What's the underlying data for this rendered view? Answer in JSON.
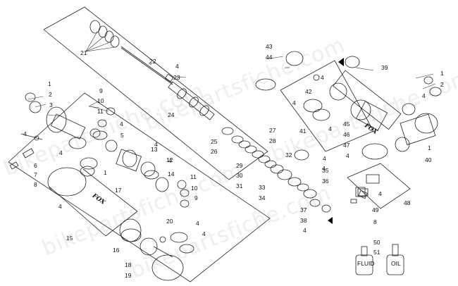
{
  "watermark": "bikepartsfiche.com",
  "labels": {
    "l1a": "1",
    "l1b": "1",
    "l1c": "1",
    "l1d": "1",
    "l2a": "2",
    "l2b": "2",
    "l3": "3",
    "l4a": "4",
    "l4b": "4",
    "l4c": "4",
    "l4d": "4",
    "l4e": "4",
    "l4f": "4",
    "l4g": "4",
    "l4h": "4",
    "l4i": "4",
    "l4j": "4",
    "l4k": "4",
    "l4l": "4",
    "l4m": "4",
    "l4n": "4",
    "l4o": "4",
    "l4p": "4",
    "l4q": "4",
    "l4r": "4",
    "l5": "5",
    "l6": "6",
    "l7": "7",
    "l8a": "8",
    "l8b": "8",
    "l9a": "9",
    "l9b": "9",
    "l10a": "10",
    "l10b": "10",
    "l11a": "11",
    "l11b": "11",
    "l12": "12",
    "l13": "13",
    "l14": "14",
    "l15": "15",
    "l16": "16",
    "l17": "17",
    "l18": "18",
    "l19": "19",
    "l20": "20",
    "l21": "21",
    "l22": "22",
    "l23": "23",
    "l24": "24",
    "l25": "25",
    "l26": "26",
    "l27": "27",
    "l28": "28",
    "l29": "29",
    "l30": "30",
    "l31": "31",
    "l32": "32",
    "l33": "33",
    "l34": "34",
    "l35": "35",
    "l36": "36",
    "l37": "37",
    "l38": "38",
    "l39": "39",
    "l40": "40",
    "l41": "41",
    "l42": "42",
    "l43": "43",
    "l44": "44",
    "l45": "45",
    "l46": "46",
    "l47": "47",
    "l48": "48",
    "l49": "49",
    "l50": "50",
    "l51": "51"
  },
  "bottles": {
    "fluid": "FLUID",
    "oil": "OIL"
  },
  "brand": "FOX"
}
